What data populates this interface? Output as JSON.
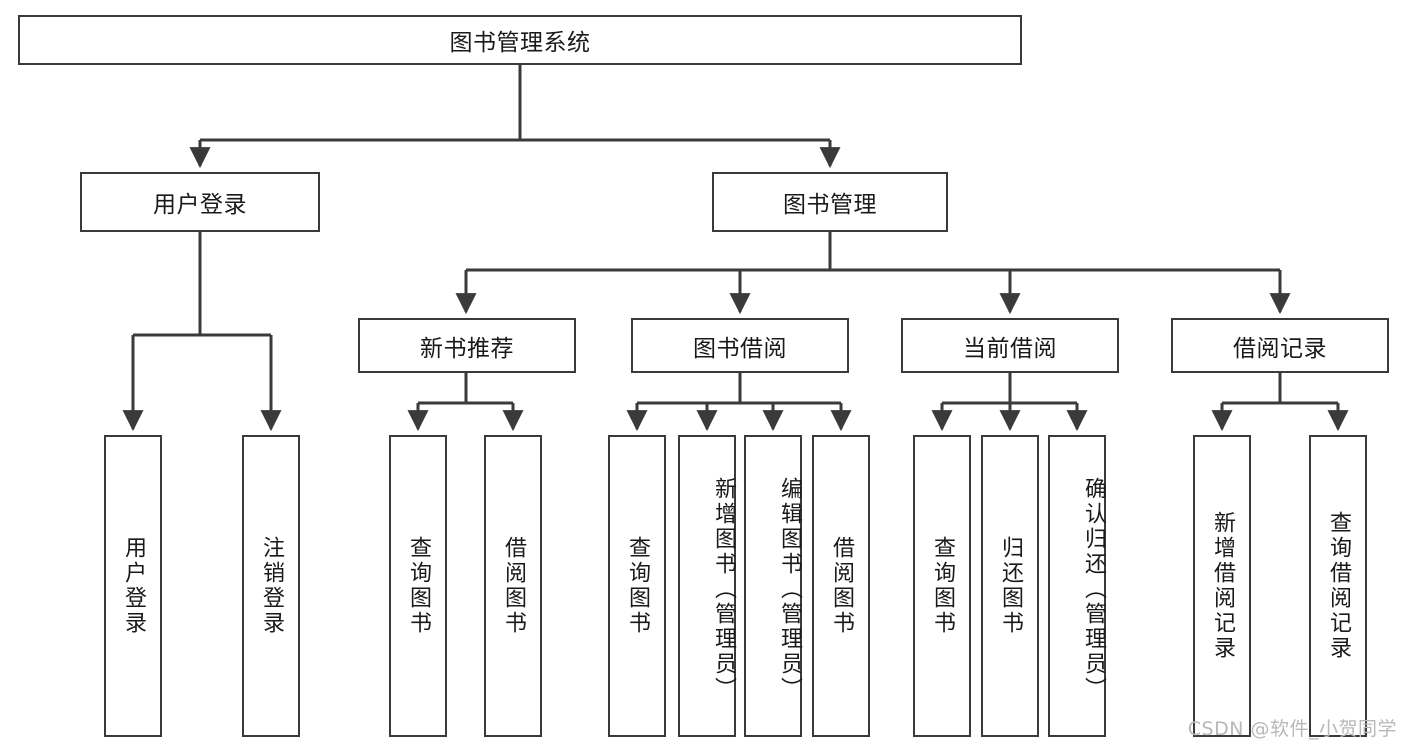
{
  "diagram": {
    "title": "图书管理系统",
    "type": "hierarchy-tree",
    "watermark": "CSDN @软件_小贺同学",
    "colors": {
      "stroke": "#3a3a3a",
      "fill": "#ffffff",
      "text": "#1a1a1a",
      "watermark": "#b8b8b8"
    },
    "nodes": {
      "root": {
        "label": "图书管理系统"
      },
      "level1": [
        {
          "id": "user-login",
          "label": "用户登录"
        },
        {
          "id": "book-management",
          "label": "图书管理"
        }
      ],
      "level2": [
        {
          "id": "new-book-recommend",
          "label": "新书推荐"
        },
        {
          "id": "book-borrow",
          "label": "图书借阅"
        },
        {
          "id": "current-borrow",
          "label": "当前借阅"
        },
        {
          "id": "borrow-record",
          "label": "借阅记录"
        }
      ],
      "leaves": [
        {
          "id": "leaf-user-login",
          "label": "用户登录"
        },
        {
          "id": "leaf-logout",
          "label": "注销登录"
        },
        {
          "id": "leaf-query-book-1",
          "label": "查询图书"
        },
        {
          "id": "leaf-borrow-book-1",
          "label": "借阅图书"
        },
        {
          "id": "leaf-query-book-2",
          "label": "查询图书"
        },
        {
          "id": "leaf-add-book-admin",
          "label": "新增图书（管理员）"
        },
        {
          "id": "leaf-edit-book-admin",
          "label": "编辑图书（管理员）"
        },
        {
          "id": "leaf-borrow-book-2",
          "label": "借阅图书"
        },
        {
          "id": "leaf-query-book-3",
          "label": "查询图书"
        },
        {
          "id": "leaf-return-book",
          "label": "归还图书"
        },
        {
          "id": "leaf-confirm-return-admin",
          "label": "确认归还（管理员）"
        },
        {
          "id": "leaf-add-borrow-record",
          "label": "新增借阅记录"
        },
        {
          "id": "leaf-query-borrow-record",
          "label": "查询借阅记录"
        }
      ]
    },
    "edges": [
      {
        "from": "root",
        "to": "user-login"
      },
      {
        "from": "root",
        "to": "book-management"
      },
      {
        "from": "user-login",
        "to": "leaf-user-login"
      },
      {
        "from": "user-login",
        "to": "leaf-logout"
      },
      {
        "from": "book-management",
        "to": "new-book-recommend"
      },
      {
        "from": "book-management",
        "to": "book-borrow"
      },
      {
        "from": "book-management",
        "to": "current-borrow"
      },
      {
        "from": "book-management",
        "to": "borrow-record"
      },
      {
        "from": "new-book-recommend",
        "to": "leaf-query-book-1"
      },
      {
        "from": "new-book-recommend",
        "to": "leaf-borrow-book-1"
      },
      {
        "from": "book-borrow",
        "to": "leaf-query-book-2"
      },
      {
        "from": "book-borrow",
        "to": "leaf-add-book-admin"
      },
      {
        "from": "book-borrow",
        "to": "leaf-edit-book-admin"
      },
      {
        "from": "book-borrow",
        "to": "leaf-borrow-book-2"
      },
      {
        "from": "current-borrow",
        "to": "leaf-query-book-3"
      },
      {
        "from": "current-borrow",
        "to": "leaf-return-book"
      },
      {
        "from": "current-borrow",
        "to": "leaf-confirm-return-admin"
      },
      {
        "from": "borrow-record",
        "to": "leaf-add-borrow-record"
      },
      {
        "from": "borrow-record",
        "to": "leaf-query-borrow-record"
      }
    ]
  }
}
